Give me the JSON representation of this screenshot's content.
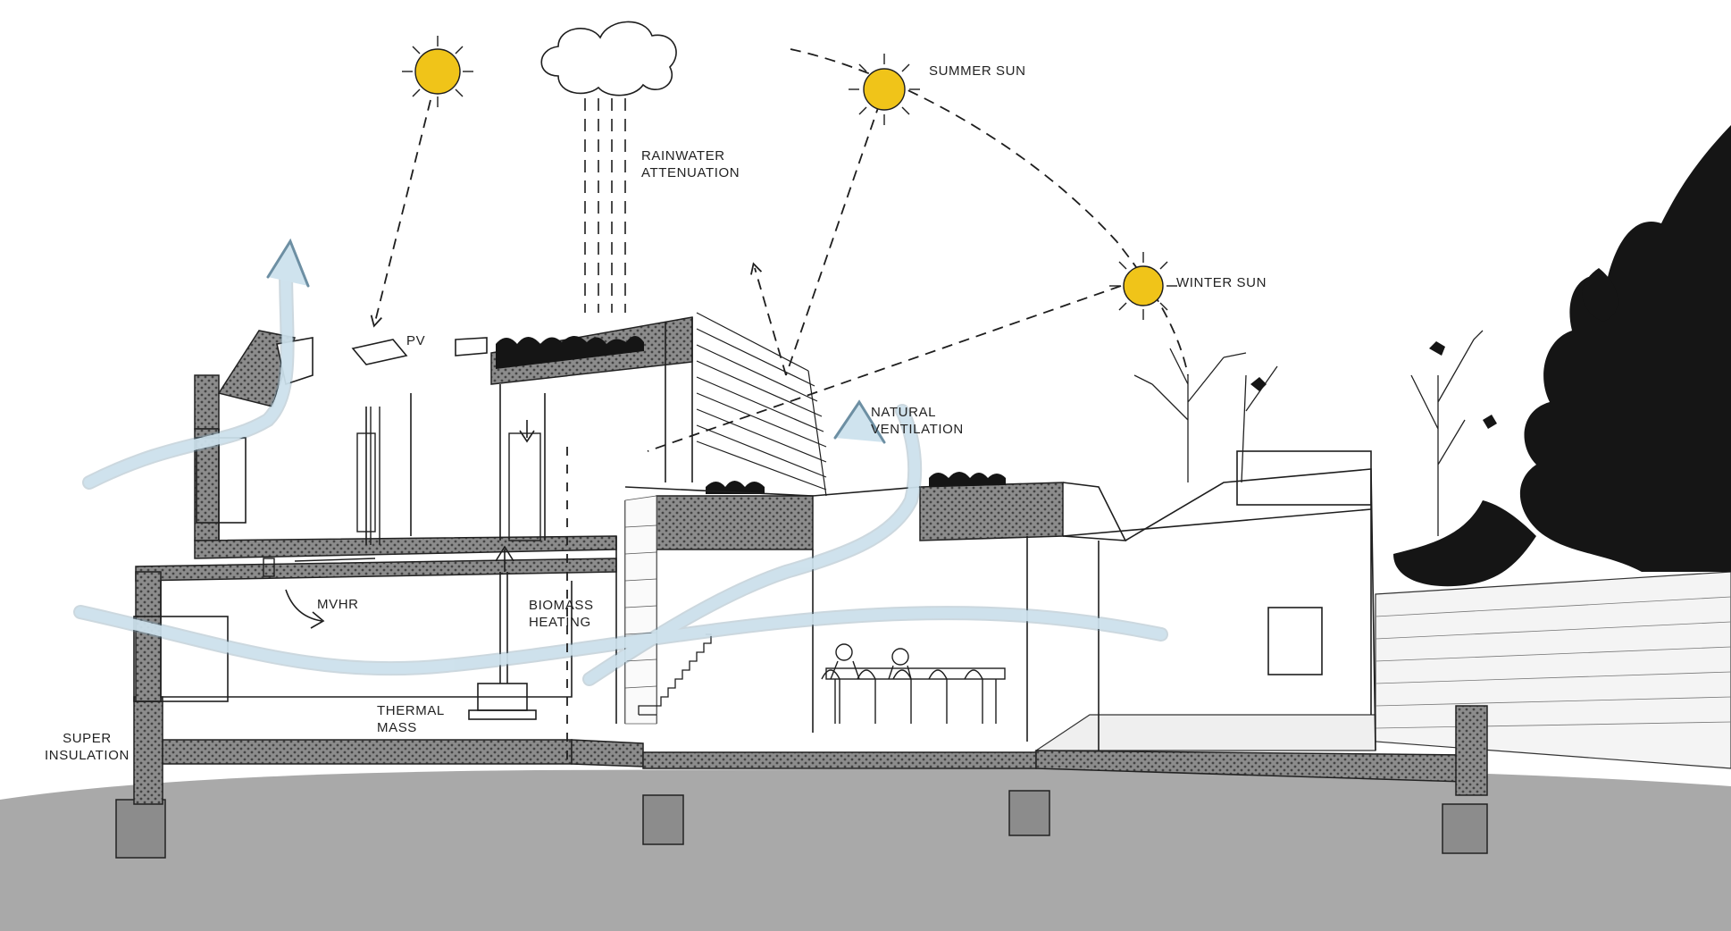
{
  "diagram": {
    "labels": {
      "pv": "PV",
      "rainwater": [
        "RAINWATER",
        "ATTENUATION"
      ],
      "summer_sun": "SUMMER SUN",
      "winter_sun": "WINTER SUN",
      "natural_ventilation": [
        "NATURAL",
        "VENTILATION"
      ],
      "mvhr": "MVHR",
      "biomass_heating": [
        "BIOMASS",
        "HEATING"
      ],
      "thermal_mass": [
        "THERMAL",
        "MASS"
      ],
      "super_insulation": [
        "SUPER",
        "INSULATION"
      ]
    },
    "colors": {
      "sun": "#f0c419",
      "airflow": "#cfe3ee",
      "airflow_edge": "#6d8fa3",
      "ground": "#a9a9a9",
      "concrete": "#8c8c8c",
      "line": "#1e1e1e",
      "foliage": "#151515"
    }
  }
}
